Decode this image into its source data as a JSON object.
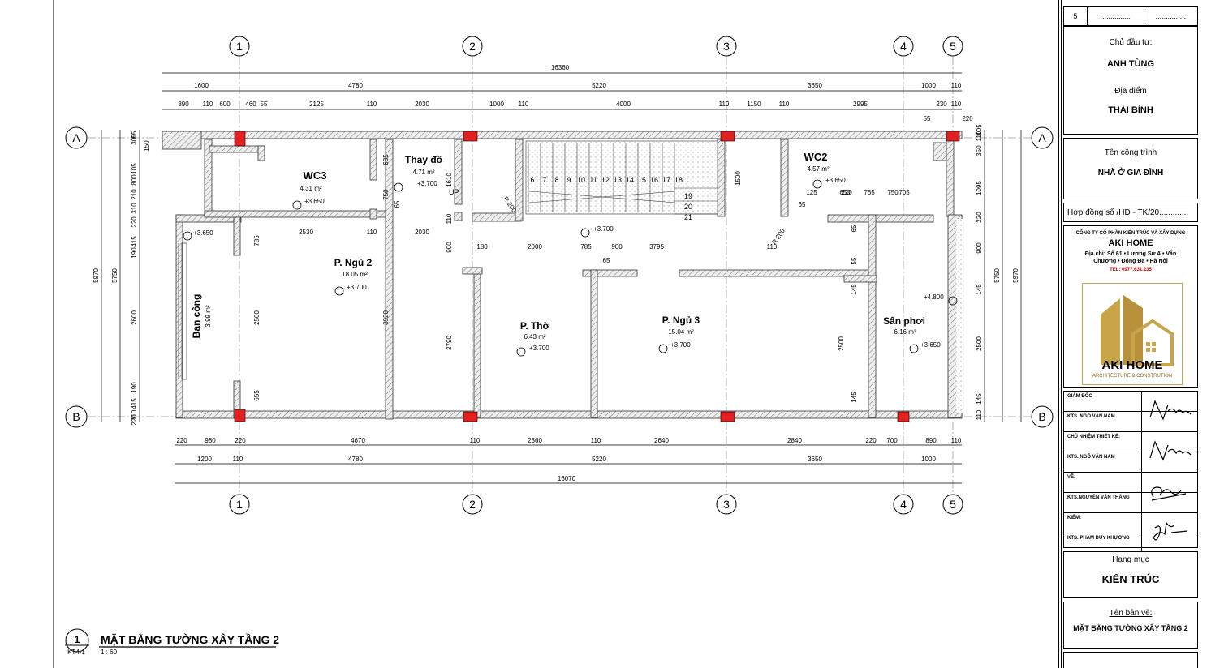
{
  "grid": {
    "cols": [
      "1",
      "2",
      "3",
      "4",
      "5"
    ],
    "rows": [
      "A",
      "B"
    ]
  },
  "dims": {
    "top_total": "16360",
    "top_row2": [
      "1600",
      "4780",
      "5220",
      "3650",
      "1000",
      "110"
    ],
    "top_row3": [
      "890",
      "110",
      "600",
      "460",
      "55",
      "2125",
      "110",
      "2030",
      "1000",
      "110",
      "4000",
      "110",
      "1150",
      "110",
      "2995",
      "230",
      "110"
    ],
    "top_misc": [
      "55",
      "220"
    ],
    "bot_row1": [
      "220",
      "980",
      "220",
      "4670",
      "110",
      "2360",
      "110",
      "2640",
      "2840",
      "220",
      "700",
      "890",
      "110"
    ],
    "bot_row2": [
      "1200",
      "110",
      "4780",
      "5220",
      "3650",
      "1000"
    ],
    "bot_total": "16070",
    "interior": [
      "2530",
      "110",
      "2030",
      "2000",
      "180",
      "785",
      "900",
      "3795",
      "110",
      "65",
      "650",
      "705",
      "220",
      "765",
      "750",
      "125",
      "65"
    ],
    "left_outer": [
      "5970",
      "5750"
    ],
    "left_inner": [
      "55",
      "300",
      "800",
      "105",
      "150",
      "210",
      "310",
      "220",
      "415",
      "190",
      "2600",
      "190",
      "415",
      "220",
      "110"
    ],
    "right_outer": [
      "5970",
      "5750"
    ],
    "right_inner": [
      "110",
      "350",
      "1095",
      "220",
      "900",
      "145",
      "2500",
      "145",
      "110",
      "105"
    ],
    "room_vert": [
      "685",
      "750",
      "785",
      "2500",
      "655",
      "1610",
      "110",
      "900",
      "3920",
      "2790",
      "1500",
      "65",
      "2500",
      "145",
      "55",
      "145",
      "65"
    ]
  },
  "rooms": [
    {
      "name": "WC3",
      "area": "4.31 m²",
      "level": "+3.650"
    },
    {
      "name": "Thay đồ",
      "area": "4.71 m²",
      "level": "+3.700"
    },
    {
      "name": "WC2",
      "area": "4.57 m²",
      "level": "+3.650"
    },
    {
      "name": "P. Ngủ 2",
      "area": "18.05 m²",
      "level": "+3.700"
    },
    {
      "name": "P. Thờ",
      "area": "6.43 m²",
      "level": "+3.700"
    },
    {
      "name": "P. Ngủ 3",
      "area": "15.04 m²",
      "level": "+3.700"
    },
    {
      "name": "Sân phơi",
      "area": "6.16 m²",
      "level": "+3.650"
    },
    {
      "name": "Ban công",
      "area": "3.99 m²",
      "level": "+3.650"
    }
  ],
  "plan_labels": {
    "up": "UP",
    "radius": "R 200",
    "hall_level": "+3.700",
    "terrace_level": "+4.800",
    "stairs": [
      "6",
      "7",
      "8",
      "9",
      "10",
      "11",
      "12",
      "13",
      "14",
      "15",
      "16",
      "17",
      "18",
      "19",
      "20",
      "21"
    ]
  },
  "drawing": {
    "number": "1",
    "sheet": "KT4-1",
    "title": "MẶT BẰNG TƯỜNG XÂY TẦNG 2",
    "scale": "1 : 60"
  },
  "titleblock": {
    "rev_no": "5",
    "rev_blank": "...............",
    "owner_label": "Chủ đầu tư:",
    "owner": "ANH TÙNG",
    "location_label": "Địa điểm",
    "location": "THÁI BÌNH",
    "project_label": "Tên công trình",
    "project": "NHÀ Ở GIA ĐÌNH",
    "contract": "Hợp đồng số /HĐ - TK/20.............",
    "company": "CÔNG TY CỔ PHẦN KIẾN TRÚC VÀ XÂY DỰNG",
    "company_name": "AKI HOME",
    "address": "Địa chỉ: Số 61 • Lương Sử A • Văn Chương • Đống Đa • Hà Nội",
    "tel": "TEL: 0977.631.235",
    "logo_name": "AKI HOME",
    "logo_tag": "ARCHITECTURE & CONSTRUTION",
    "signers": [
      {
        "role": "GIÁM ĐỐC",
        "name": "KTS. NGÔ VĂN NAM"
      },
      {
        "role": "CHỦ NHIỆM THIẾT KẾ:",
        "name": "KTS. NGÔ VĂN NAM"
      },
      {
        "role": "VẼ:",
        "name": "KTS.NGUYỄN VĂN THẮNG"
      },
      {
        "role": "KIỂM:",
        "name": "KTS. PHẠM DUY KHƯƠNG"
      }
    ],
    "category_label": "Hạng mục",
    "category": "KIẾN TRÚC",
    "sheet_label": "Tên bản vẽ:",
    "sheet_name": "MẶT BẰNG TƯỜNG XÂY TẦNG 2"
  }
}
